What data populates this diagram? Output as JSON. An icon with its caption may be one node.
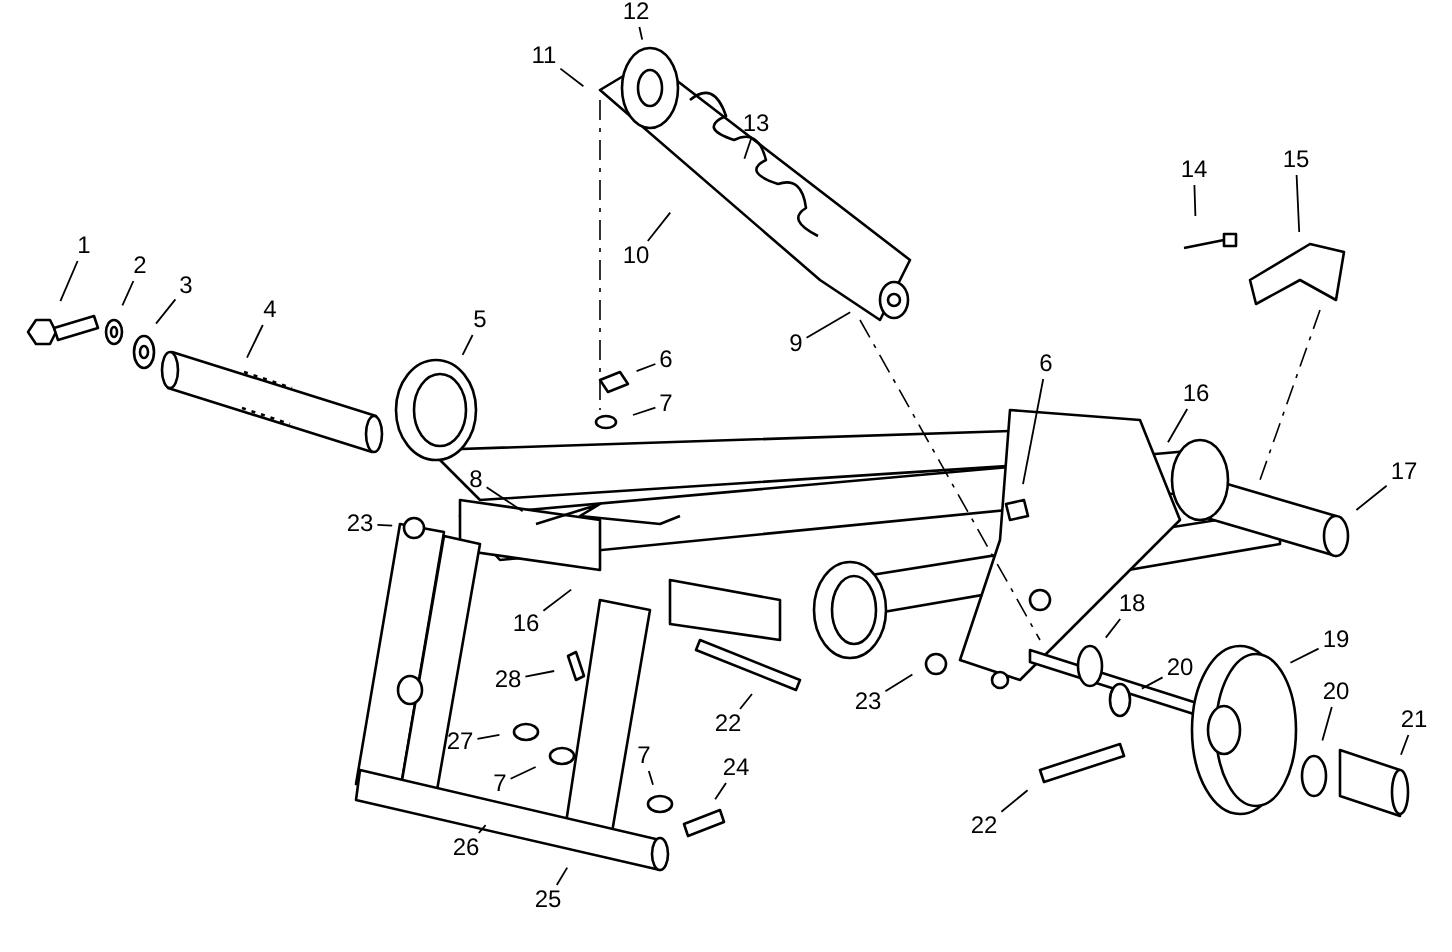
{
  "diagram": {
    "nodes": [
      {
        "text": [
          "12"
        ]
      },
      {
        "text": [
          "11"
        ]
      },
      {
        "text": [
          "13"
        ]
      },
      {
        "text": [
          "10"
        ]
      },
      {
        "text": [
          "14"
        ]
      },
      {
        "text": [
          "15"
        ]
      },
      {
        "text": [
          "1"
        ]
      },
      {
        "text": [
          "2"
        ]
      },
      {
        "text": [
          "3"
        ]
      },
      {
        "text": [
          "4"
        ]
      },
      {
        "text": [
          "5"
        ]
      },
      {
        "text": [
          "9"
        ]
      },
      {
        "text": [
          "6"
        ]
      },
      {
        "text": [
          "7"
        ]
      },
      {
        "text": [
          "6"
        ]
      },
      {
        "text": [
          "16"
        ]
      },
      {
        "text": [
          "8"
        ]
      },
      {
        "text": [
          "17"
        ]
      },
      {
        "text": [
          "23"
        ]
      },
      {
        "text": [
          "18"
        ]
      },
      {
        "text": [
          "16"
        ]
      },
      {
        "text": [
          "19"
        ]
      },
      {
        "text": [
          "28"
        ]
      },
      {
        "text": [
          "20"
        ]
      },
      {
        "text": [
          "20"
        ]
      },
      {
        "text": [
          "23"
        ]
      },
      {
        "text": [
          "21"
        ]
      },
      {
        "text": [
          "22"
        ]
      },
      {
        "text": [
          "27"
        ]
      },
      {
        "text": [
          "7"
        ]
      },
      {
        "text": [
          "7"
        ]
      },
      {
        "text": [
          "24"
        ]
      },
      {
        "text": [
          "22"
        ]
      },
      {
        "text": [
          "26"
        ]
      },
      {
        "text": [
          "25"
        ]
      }
    ],
    "edges": [
      {
        "from": 0,
        "to": null,
        "arrow": "none"
      },
      {
        "from": 1,
        "to": null,
        "arrow": "none"
      },
      {
        "from": 2,
        "to": null,
        "arrow": "none"
      },
      {
        "from": 3,
        "to": null,
        "arrow": "none"
      },
      {
        "from": 4,
        "to": null,
        "arrow": "none"
      },
      {
        "from": 5,
        "to": null,
        "arrow": "none"
      },
      {
        "from": 6,
        "to": null,
        "arrow": "none"
      },
      {
        "from": 7,
        "to": null,
        "arrow": "none"
      },
      {
        "from": 8,
        "to": null,
        "arrow": "none"
      },
      {
        "from": 9,
        "to": null,
        "arrow": "none"
      },
      {
        "from": 10,
        "to": null,
        "arrow": "none"
      },
      {
        "from": 11,
        "to": null,
        "arrow": "none"
      },
      {
        "from": 12,
        "to": null,
        "arrow": "none"
      },
      {
        "from": 13,
        "to": null,
        "arrow": "none"
      },
      {
        "from": 14,
        "to": null,
        "arrow": "none"
      },
      {
        "from": 15,
        "to": null,
        "arrow": "none"
      },
      {
        "from": 16,
        "to": null,
        "arrow": "none"
      },
      {
        "from": 17,
        "to": null,
        "arrow": "none"
      },
      {
        "from": 18,
        "to": null,
        "arrow": "none"
      },
      {
        "from": 19,
        "to": null,
        "arrow": "none"
      },
      {
        "from": 20,
        "to": null,
        "arrow": "none"
      },
      {
        "from": 21,
        "to": null,
        "arrow": "none"
      },
      {
        "from": 22,
        "to": null,
        "arrow": "none"
      },
      {
        "from": 23,
        "to": null,
        "arrow": "none"
      },
      {
        "from": 24,
        "to": null,
        "arrow": "none"
      },
      {
        "from": 25,
        "to": null,
        "arrow": "none"
      },
      {
        "from": 26,
        "to": null,
        "arrow": "none"
      },
      {
        "from": 27,
        "to": null,
        "arrow": "none"
      },
      {
        "from": 28,
        "to": null,
        "arrow": "none"
      },
      {
        "from": 29,
        "to": null,
        "arrow": "none"
      },
      {
        "from": 30,
        "to": null,
        "arrow": "none"
      },
      {
        "from": 31,
        "to": null,
        "arrow": "none"
      },
      {
        "from": 32,
        "to": null,
        "arrow": "none"
      },
      {
        "from": 33,
        "to": null,
        "arrow": "none"
      },
      {
        "from": 34,
        "to": null,
        "arrow": "none"
      }
    ]
  }
}
